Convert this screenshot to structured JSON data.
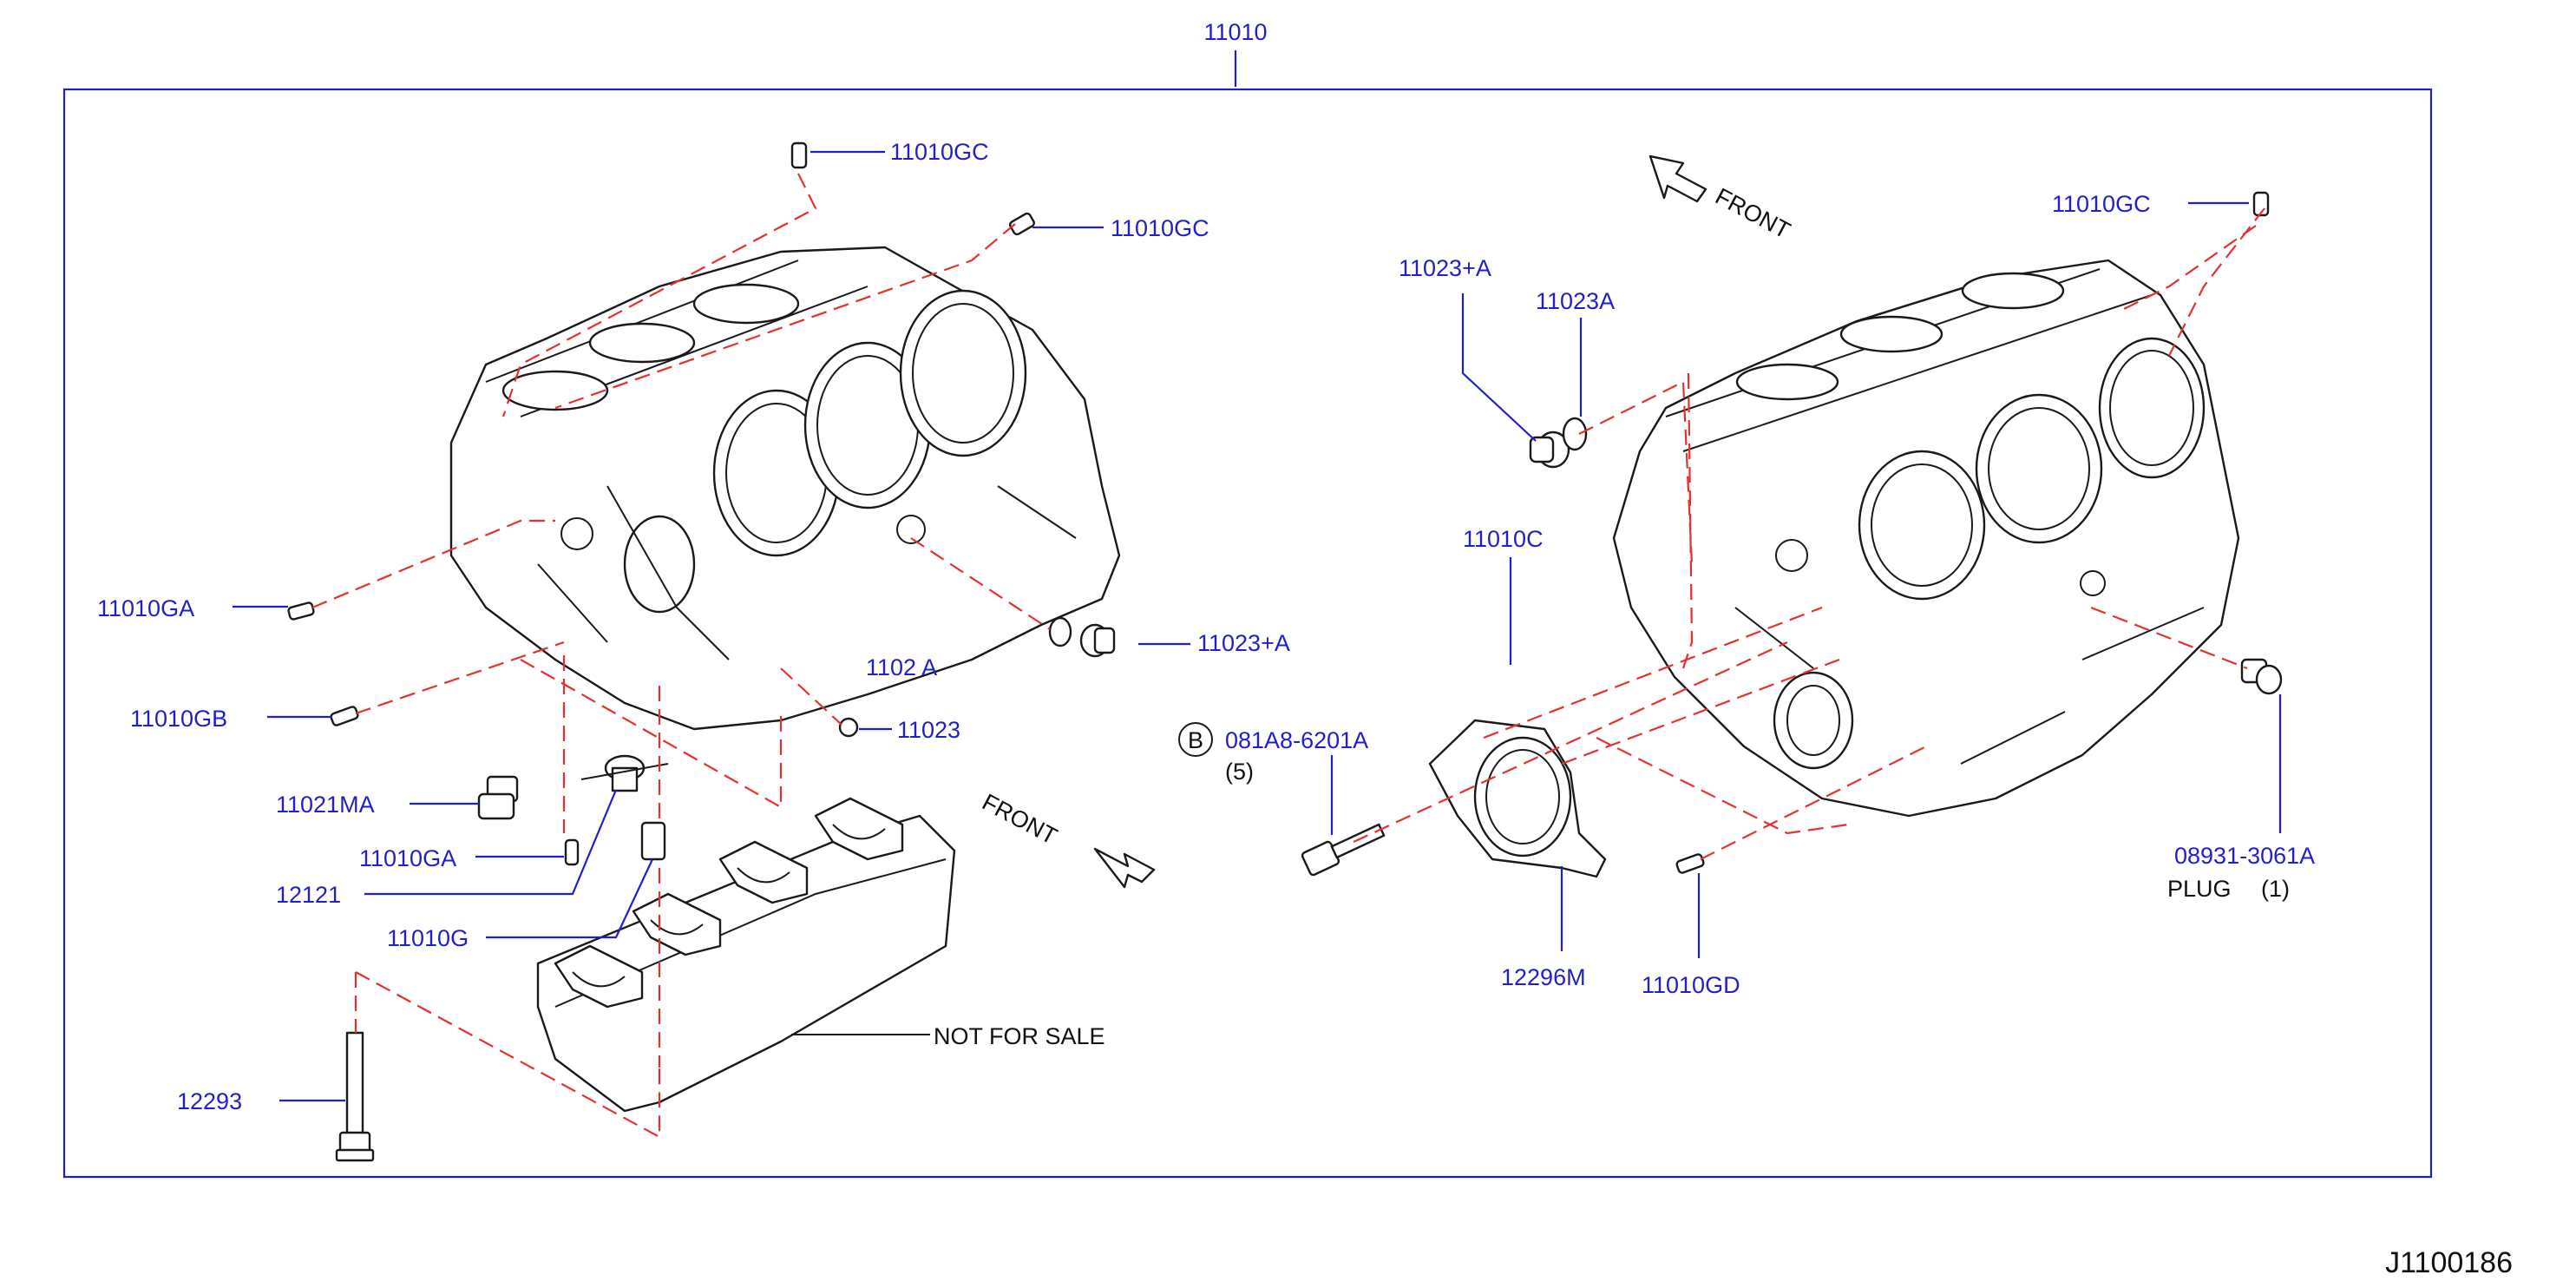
{
  "diagram": {
    "main_part": "11010",
    "parts": {
      "gc_a": "11010GC",
      "gc_b": "11010GC",
      "gc_c": "11010GC",
      "ga_a": "11010GA",
      "gb": "11010GB",
      "ma": "11021MA",
      "ga_b": "11010GA",
      "p12121": "12121",
      "g": "11010G",
      "p12293": "12293",
      "p11023": "11023",
      "frag_11023a": "1102 A",
      "frag_11023pa": "11023+A",
      "p11023pa": "11023+A",
      "p11023a": "11023A",
      "p11010c": "11010C",
      "bolt": "081A8-6201A",
      "bolt_qty": "(5)",
      "bolt_marker": "B",
      "seal": "12296M",
      "gd": "11010GD",
      "plug_pn": "08931-3061A",
      "plug_name": "PLUG",
      "plug_qty": "(1)"
    },
    "not_for_sale": "NOT  FOR  SALE",
    "front_top": "FRONT",
    "front_bottom": "FRONT",
    "drawing_id": "J1100186",
    "colors": {
      "label": "#1f1fd0",
      "dashed": "#e63030",
      "ink": "#1a1a1a"
    }
  }
}
